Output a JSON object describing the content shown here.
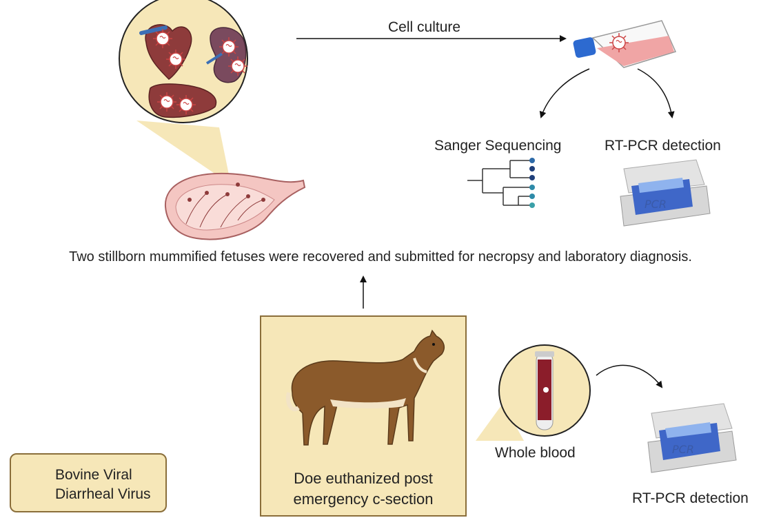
{
  "labels": {
    "cell_culture": "Cell culture",
    "sanger": "Sanger Sequencing",
    "rtpcr_top": "RT-PCR detection",
    "main_caption": "Two stillborn mummified fetuses were recovered and submitted for necropsy and laboratory diagnosis.",
    "doe_line1": "Doe euthanized post",
    "doe_line2": "emergency c-section",
    "whole_blood": "Whole blood",
    "rtpcr_bottom": "RT-PCR detection",
    "legend_line1": "Bovine Viral",
    "legend_line2": "Diarrheal Virus",
    "pcr_device_text": "PCR"
  },
  "icons": {
    "organs": "organs-circle-icon",
    "uterus": "uterus-fetus-icon",
    "flask": "cell-culture-flask-icon",
    "tree": "phylogenetic-tree-icon",
    "pcr": "pcr-machine-icon",
    "deer": "deer-doe-icon",
    "blood": "blood-tube-icon",
    "virus": "virus-icon"
  },
  "colors": {
    "box_fill": "#f6e7b8",
    "box_border": "#8a6e3a",
    "organ_red": "#8e3b3b",
    "deer_brown": "#8b5a2b",
    "tree_blue": "#2d6aa8"
  }
}
